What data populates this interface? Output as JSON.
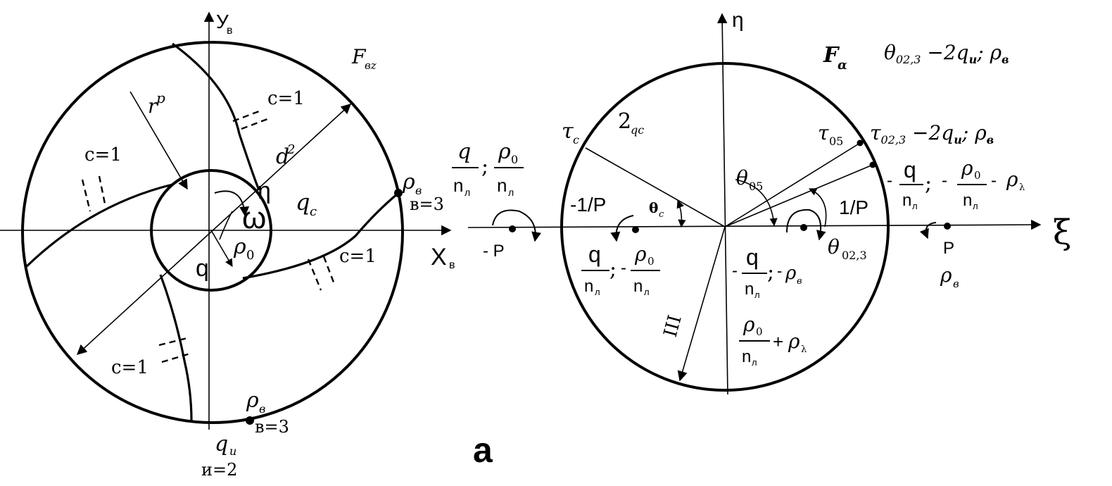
{
  "figure_label": "a",
  "left_diagram": {
    "axis_y": "У",
    "axis_y_sub": "в",
    "axis_x": "Х",
    "axis_x_sub": "в",
    "field": "F",
    "field_sub": "вz",
    "radius_label": "r",
    "radius_sub": "p",
    "diameter_label": "d",
    "diameter_sub": "2",
    "c_label": "c=1",
    "omega": "ω",
    "eta": "η",
    "q_c": "q",
    "q_c_sub": "c",
    "q_center": "q",
    "rho": "ρ",
    "rho_sub0": "0",
    "rho_b": "ρ",
    "rho_b_sub": "в",
    "b3": "в=3",
    "q_u": "q",
    "q_u_sub": "и",
    "u2": "и=2"
  },
  "middle_labels": {
    "q": "q",
    "n": "n",
    "n_sub": "л",
    "rho": "ρ",
    "rho_sub": "0",
    "semicolon": ";",
    "minus_p": "- Р"
  },
  "right_diagram": {
    "eta_axis": "η",
    "xi_axis": "ξ",
    "field": "F",
    "field_sub": "α",
    "top_formula_theta": "θ",
    "top_formula_sub": "02,3",
    "top_formula_rest": " −2q",
    "top_formula_u": "u",
    "top_formula_end": "; ρ",
    "top_formula_end_sub": "в",
    "tau_c": "τ",
    "tau_c_sub": "c",
    "two_qc": "2",
    "two_qc_sub": "qc",
    "tau05": "τ",
    "tau05_sub": "05",
    "tau023": "τ",
    "tau023_sub": "02,3",
    "tau023_rest": " −2q",
    "theta05": "θ",
    "theta05_sub": "05",
    "theta_c": "θ",
    "theta_c_sub": "c",
    "minus_one_p": "-1/Р",
    "one_p": "1/Р",
    "theta023": "θ",
    "theta023_sub": "02,3",
    "p_label": "Р",
    "roman_three": "III",
    "rho_lambda": "ρ",
    "rho_lambda_sub": "λ",
    "plus": "+",
    "minus": "-",
    "semicolon": ";"
  }
}
